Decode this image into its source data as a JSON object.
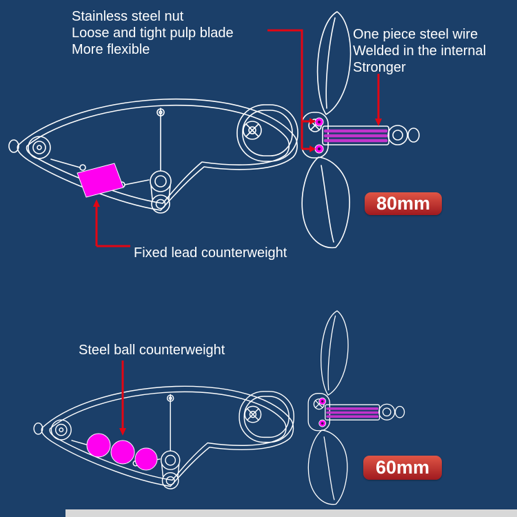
{
  "colors": {
    "background": "#1b3f69",
    "line": "#ffffff",
    "accent": "#e30613",
    "magenta": "#ff00f0",
    "wire": "#c234cc",
    "nut_center": "#3a1050",
    "badge_top": "#e05545",
    "badge_bottom": "#9f1a1f",
    "badge_text": "#ffffff",
    "footer_strip": "#d8d8d8"
  },
  "annotations": {
    "nut_blade": {
      "lines": [
        "Stainless steel nut",
        "Loose and tight pulp blade",
        "More flexible"
      ]
    },
    "steel_wire": {
      "lines": [
        "One piece steel wire",
        "Welded in the internal",
        "Stronger"
      ]
    },
    "fixed_lead": {
      "label": "Fixed lead counterweight"
    },
    "steel_ball": {
      "label": "Steel ball counterweight"
    }
  },
  "badges": {
    "top": "80mm",
    "bottom": "60mm"
  }
}
